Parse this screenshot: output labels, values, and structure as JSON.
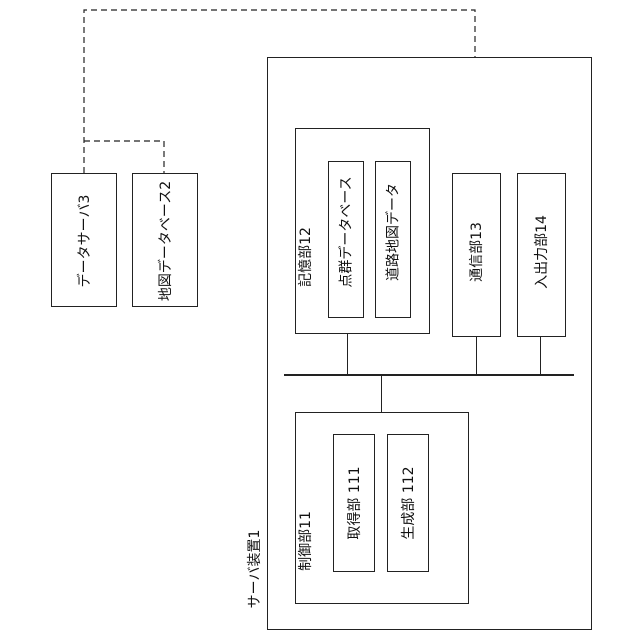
{
  "external": {
    "data_server": "データサーバ3",
    "map_database": "地図データベース2"
  },
  "server": {
    "title": "サーバ装置1",
    "storage": {
      "title": "記憶部12",
      "point_cloud_db": "点群データベース",
      "road_map_data": "道路地図データ"
    },
    "communication": "通信部13",
    "io": "入出力部14",
    "control": {
      "title": "制御部11",
      "acquisition": "取得部 111",
      "generation": "生成部 112"
    }
  },
  "colors": {
    "line": "#222222",
    "background": "#ffffff"
  }
}
